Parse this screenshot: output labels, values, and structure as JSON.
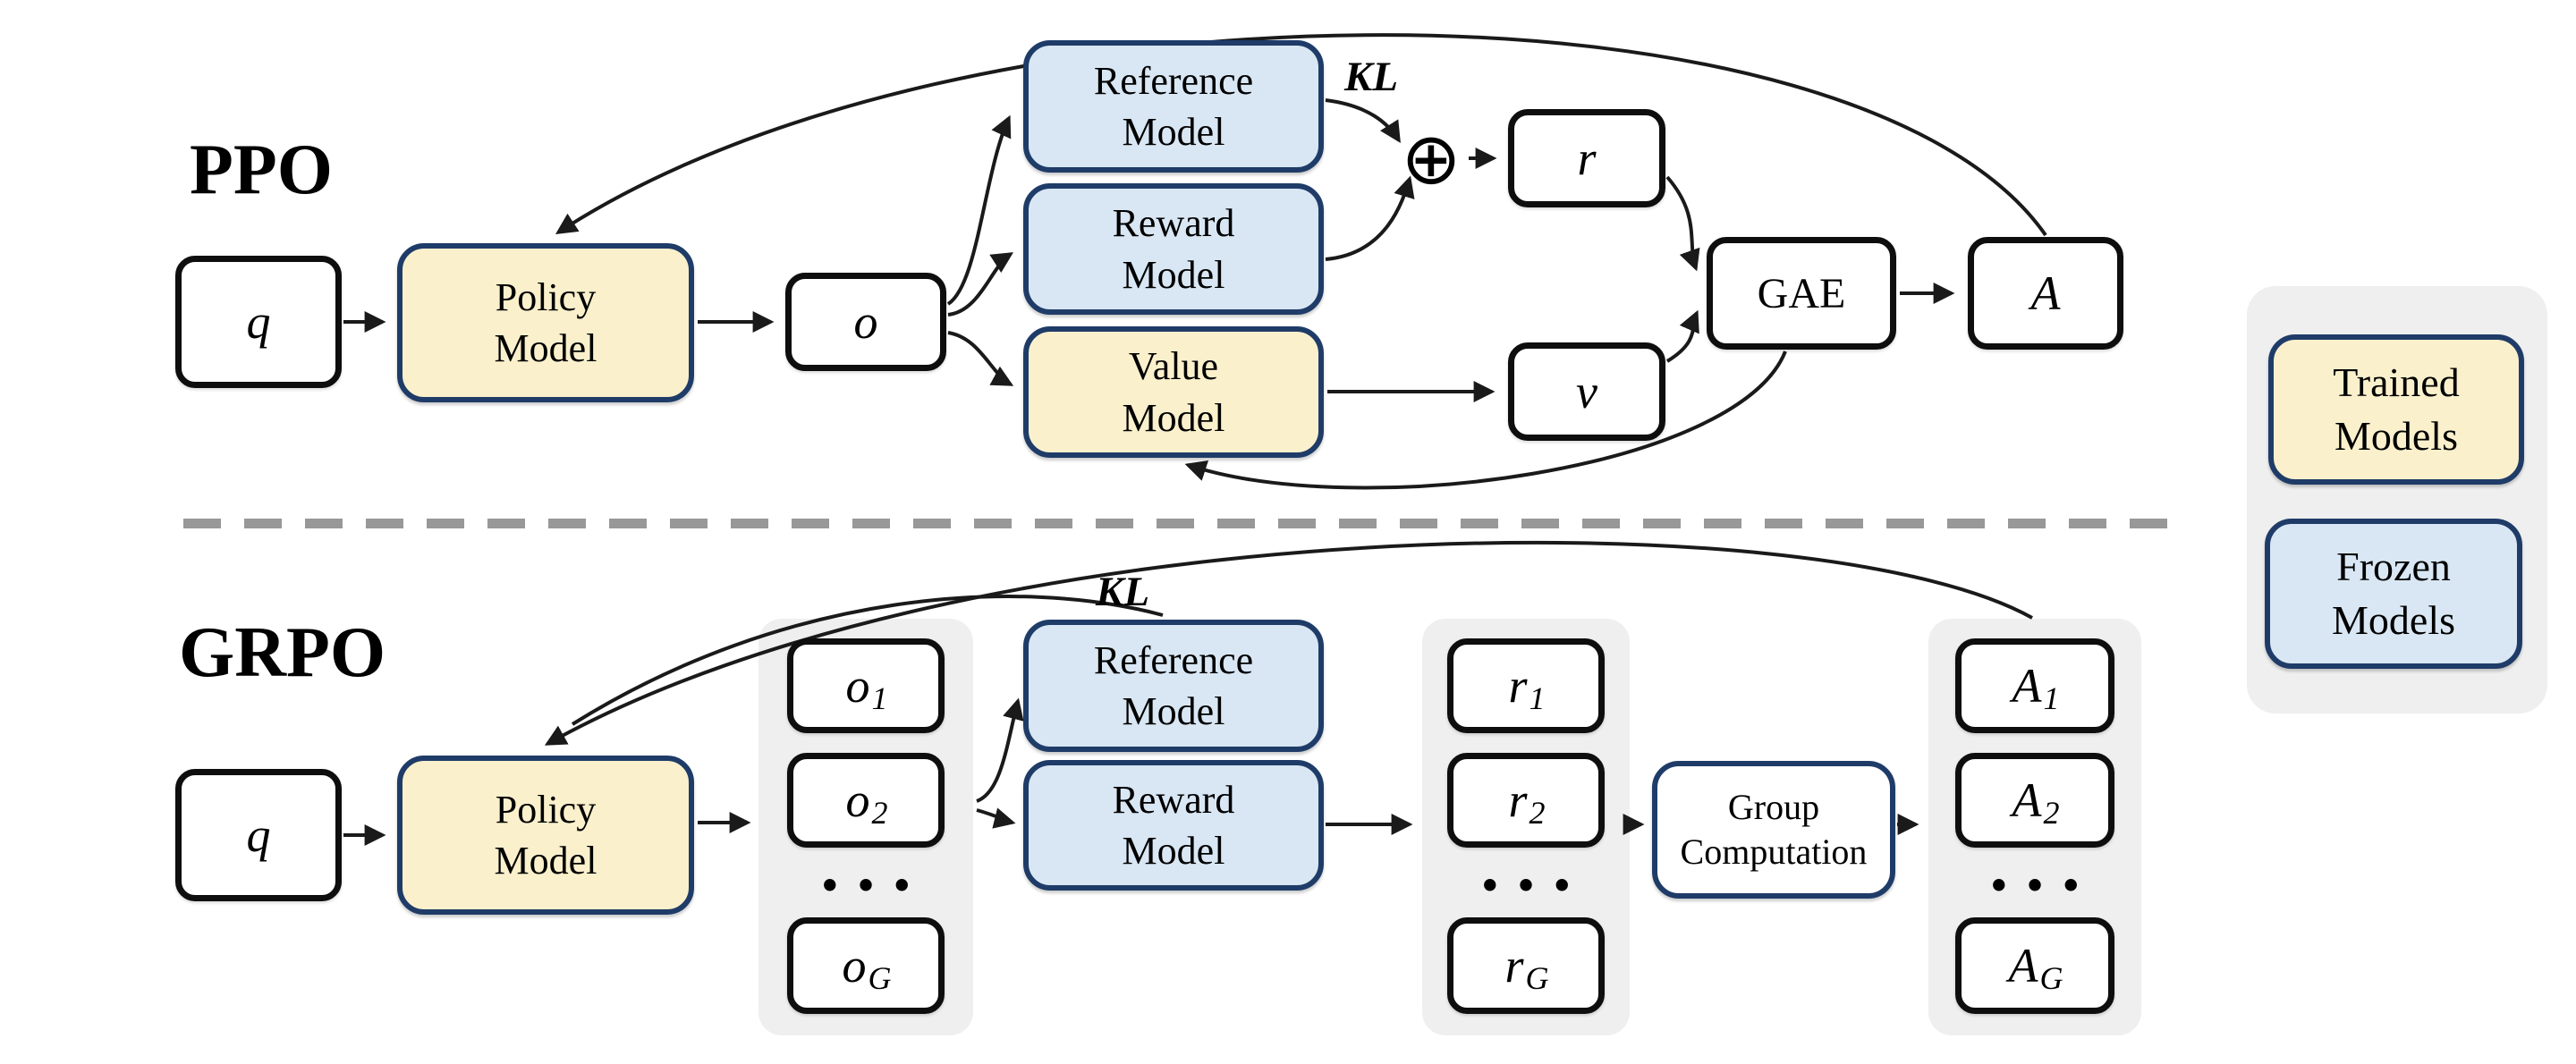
{
  "figure": {
    "ppo": {
      "title": "PPO",
      "query": "q",
      "policy_model": "Policy\nModel",
      "output": "o",
      "reference_model": "Reference\nModel",
      "reward_model": "Reward\nModel",
      "value_model": "Value\nModel",
      "kl": "KL",
      "oplus": "⊕",
      "reward": "r",
      "value": "v",
      "gae": "GAE",
      "advantage": "A"
    },
    "grpo": {
      "title": "GRPO",
      "query": "q",
      "policy_model": "Policy\nModel",
      "kl": "KL",
      "reference_model": "Reference\nModel",
      "reward_model": "Reward\nModel",
      "group_computation": "Group\nComputation",
      "dots": "•••",
      "outputs": [
        {
          "base": "o",
          "sub": "1"
        },
        {
          "base": "o",
          "sub": "2"
        },
        {
          "base": "o",
          "sub": "G"
        }
      ],
      "rewards": [
        {
          "base": "r",
          "sub": "1"
        },
        {
          "base": "r",
          "sub": "2"
        },
        {
          "base": "r",
          "sub": "G"
        }
      ],
      "advantages": [
        {
          "base": "A",
          "sub": "1"
        },
        {
          "base": "A",
          "sub": "2"
        },
        {
          "base": "A",
          "sub": "G"
        }
      ]
    },
    "legend": {
      "trained": "Trained\nModels",
      "frozen": "Frozen\nModels"
    },
    "colors": {
      "trained_fill": "#FAF0CC",
      "frozen_fill": "#D9E7F4",
      "model_border": "#1F3C68",
      "box_border": "#0E0E0E",
      "group_background": "#EFEFEF",
      "divider": "#989898",
      "arrow": "#1A1A1A"
    }
  }
}
